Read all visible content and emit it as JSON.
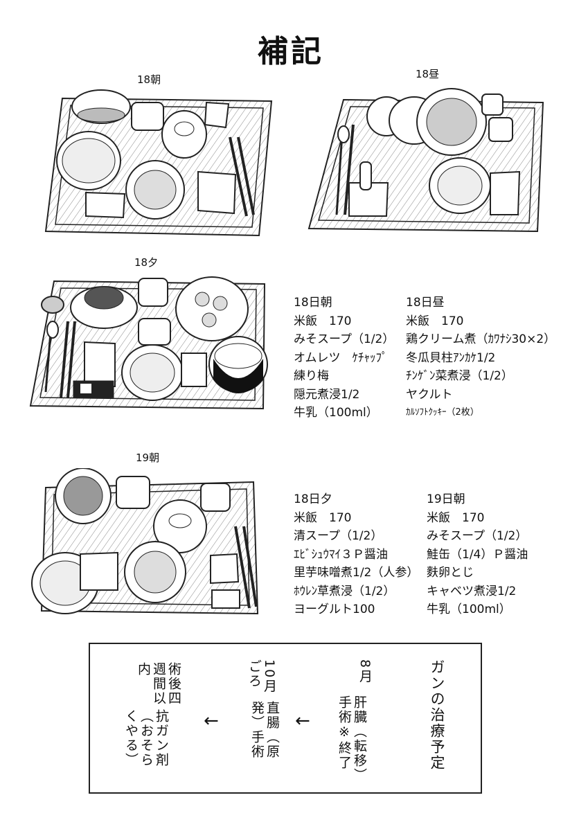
{
  "title": "補記",
  "captions": {
    "tray1": "18朝",
    "tray2": "18昼",
    "tray3": "18夕",
    "tray4": "19朝"
  },
  "menus": {
    "col1": [
      "18日朝",
      "米飯　170",
      "みそスープ（1/2）",
      "オムレツ　ｹﾁｬｯﾌﾟ",
      "練り梅",
      "隠元煮浸1/2",
      "牛乳（100ml）"
    ],
    "col2": [
      "18日昼",
      "米飯　170",
      "鶏クリーム煮（ｶﾜﾅｼ30×2）",
      "冬瓜貝柱ｱﾝｶｹ1/2",
      "ﾁﾝｹﾞﾝ菜煮浸（1/2）",
      "ヤクルト",
      "ｶﾙｿﾌﾄｸｯｷｰ（2枚）"
    ],
    "col3": [
      "18日夕",
      "米飯　170",
      "清スープ（1/2）",
      "ｴﾋﾞｼｭｳﾏｲ３Ｐ醤油",
      "里芋味噌煮1/2（人参）",
      "ﾎｳﾚﾝ草煮浸（1/2）",
      "ヨーグルト100"
    ],
    "col4": [
      "19日朝",
      "米飯　170",
      "みそスープ（1/2）",
      "鮭缶（1/4）Ｐ醤油",
      "麩卵とじ",
      "キャベツ煮浸1/2",
      "牛乳（100ml）"
    ]
  },
  "plan": {
    "heading": "ガンの治療予定",
    "step1_date": "8月",
    "step1_text": "肝臓（転移）手術※終了",
    "arrow1": "←",
    "step2_date": "10月ごろ",
    "step2_text": "直腸（原発）手術",
    "arrow2": "←",
    "step3_date": "術後四週間以内",
    "step3_text": "抗ガン剤（おそらくやる）"
  }
}
